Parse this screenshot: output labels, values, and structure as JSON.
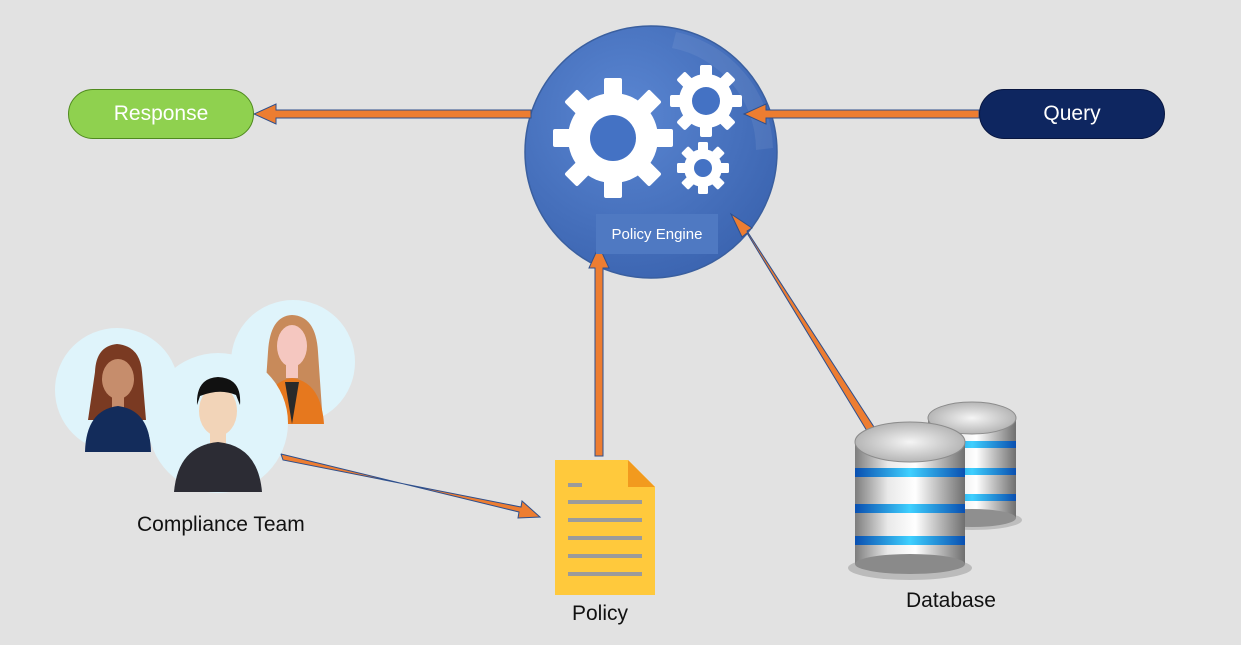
{
  "nodes": {
    "response": "Response",
    "query": "Query",
    "policy_engine": "Policy Engine",
    "compliance_team": "Compliance Team",
    "policy": "Policy",
    "database": "Database"
  },
  "colors": {
    "background": "#e2e2e2",
    "arrow": "#ed7d31",
    "arrow_outline": "#2e4f8c",
    "response_fill": "#8fd14f",
    "query_fill": "#0e2660",
    "engine_fill": "#4472c4",
    "document_fill": "#ffc93c"
  },
  "edges": [
    {
      "from": "query",
      "to": "policy_engine"
    },
    {
      "from": "policy_engine",
      "to": "response"
    },
    {
      "from": "compliance_team",
      "to": "policy"
    },
    {
      "from": "policy",
      "to": "policy_engine"
    },
    {
      "from": "database",
      "to": "policy_engine"
    }
  ],
  "icons": [
    "gears-icon",
    "person-icon",
    "document-icon",
    "database-icon"
  ]
}
